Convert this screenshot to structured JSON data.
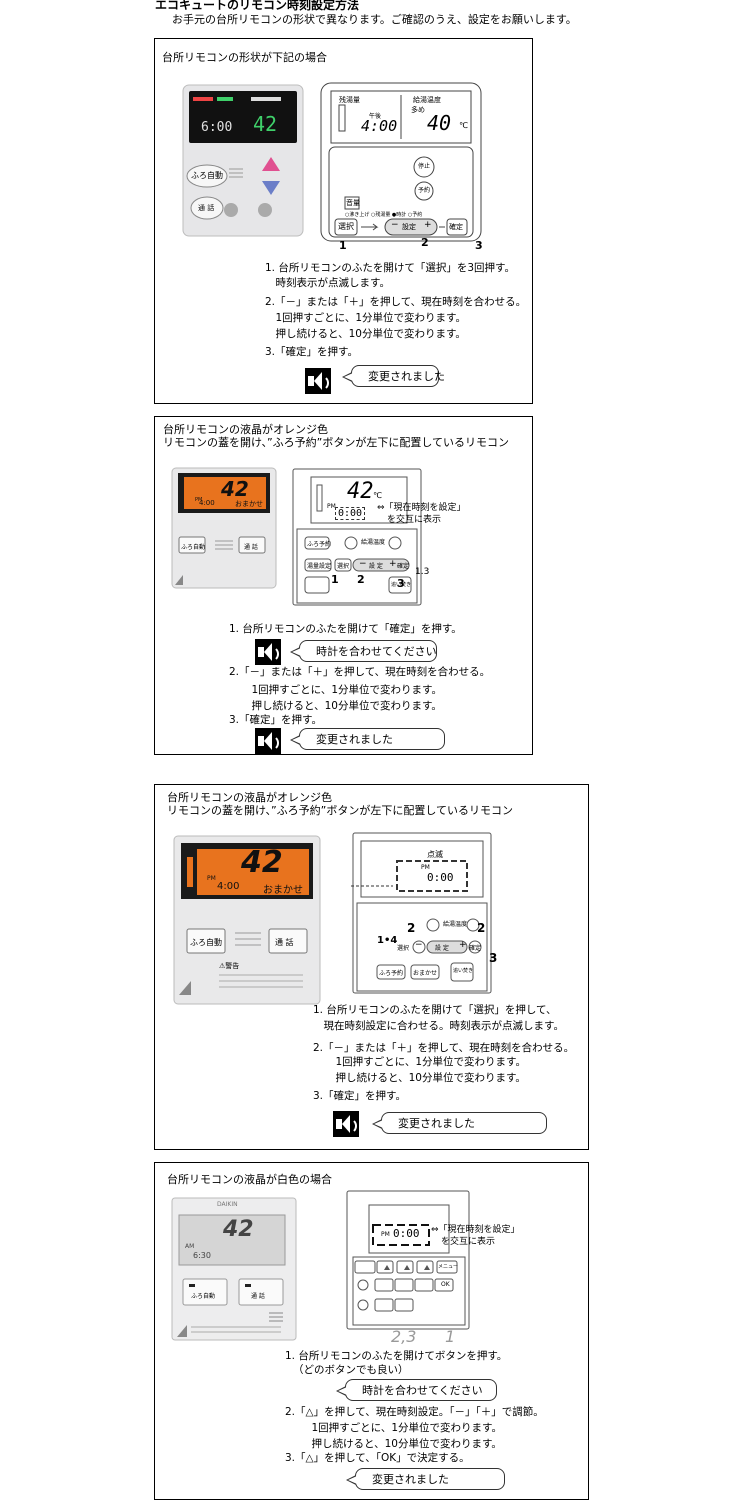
{
  "page": {
    "title": "エコキュートのリモコン時刻設定方法",
    "subtitle": "お手元の台所リモコンの形状で異なります。ご確認のうえ、設定をお願いします。"
  },
  "sections": [
    {
      "title_lines": [
        "台所リモコンの形状が下記の場合"
      ],
      "photo": {
        "left_label": "ふろ自動",
        "right_label": "通 話",
        "temp": "42",
        "time": "6:00"
      },
      "drawing": {
        "lcd_left_label": "残湯量",
        "lcd_right_label": "給湯温度",
        "lcd_sub": "多め",
        "lcd_time_label": "午後",
        "lcd_time": "4:00",
        "lcd_temp": "40",
        "lcd_unit": "℃",
        "btn_select": "選択",
        "btn_minus": "−",
        "btn_setting": "設定",
        "btn_plus": "+",
        "btn_confirm": "確定",
        "btn_sound": "音量",
        "btn_stop": "停止",
        "btn_reserve": "予約",
        "legend": "○沸き上げ ○残湯量 ●時計 ○予約",
        "callouts": [
          "1",
          "2",
          "3"
        ]
      },
      "steps": [
        "1. 台所リモコンのふたを開けて「選択」を3回押す。",
        "　時刻表示が点滅します。",
        "2.「－」または「＋」を押して、現在時刻を合わせる。",
        "　1回押すごとに、1分単位で変わります。",
        "　押し続けると、10分単位で変わります。",
        "3.「確定」を押す。"
      ],
      "bubbles": [
        "変更されました"
      ]
    },
    {
      "title_lines": [
        "台所リモコンの液晶がオレンジ色",
        "リモコンの蓋を開け、”ふろ予約”ボタンが左下に配置しているリモコン"
      ],
      "photo": {
        "left_label": "ふろ自動",
        "right_label": "通 話",
        "temp": "42",
        "time": "4:00",
        "mode": "おまかせ",
        "pm": "PM"
      },
      "drawing": {
        "lcd_temp": "42",
        "lcd_unit": "℃",
        "lcd_time": "0:00",
        "lcd_pm": "PM",
        "note_line1": "⇔「現在時刻を設定」",
        "note_line2": "を交互に表示",
        "btn_bath_reserve": "ふろ予約",
        "btn_temp_set": "給湯温度",
        "btn_water_level": "湯量設定",
        "btn_select": "選択",
        "btn_minus": "−",
        "btn_plus": "+",
        "btn_confirm": "確定",
        "btn_setting": "設 定",
        "btn_reheat": "追い焚き",
        "callouts": [
          "1",
          "2",
          "3",
          "1.3"
        ]
      },
      "steps": [
        "1. 台所リモコンのふたを開けて「確定」を押す。",
        "2.「－」または「＋」を押して、現在時刻を合わせる。",
        "　1回押すごとに、1分単位で変わります。",
        "　押し続けると、10分単位で変わります。",
        "3.「確定」を押す。"
      ],
      "bubbles": [
        "時計を合わせてください",
        "変更されました"
      ]
    },
    {
      "title_lines": [
        "台所リモコンの液晶がオレンジ色",
        "リモコンの蓋を開け、”ふろ予約”ボタンが左下に配置しているリモコン"
      ],
      "photo": {
        "left_label": "ふろ自動",
        "right_label": "通 話",
        "temp": "42",
        "time": "4:00",
        "mode": "おまかせ",
        "pm": "PM",
        "warning": "⚠警告"
      },
      "drawing": {
        "blink_label": "点滅",
        "lcd_pm": "PM",
        "lcd_time": "0:00",
        "btn_select": "選択",
        "btn_minus": "−",
        "btn_setting": "設 定",
        "btn_plus": "+",
        "btn_confirm": "確定",
        "btn_temp": "給湯温度",
        "btn_bath_reserve": "ふろ予約",
        "btn_auto": "おまかせ",
        "btn_reheat": "追い焚き",
        "callouts": [
          "2",
          "2",
          "1•4",
          "3"
        ]
      },
      "steps": [
        "1. 台所リモコンのふたを開けて「選択」を押して、",
        "　現在時刻設定に合わせる。時刻表示が点滅します。",
        "2.「－」または「＋」を押して、現在時刻を合わせる。",
        "　1回押すごとに、1分単位で変わります。",
        "　押し続けると、10分単位で変わります。",
        "3.「確定」を押す。"
      ],
      "bubbles": [
        "変更されました"
      ]
    },
    {
      "title_lines": [
        "台所リモコンの液晶が白色の場合"
      ],
      "photo": {
        "left_label": "ふろ自動",
        "right_label": "通 話",
        "temp": "42",
        "time": "6:30",
        "am": "AM",
        "brand": "DAIKIN"
      },
      "drawing": {
        "lcd_pm": "PM",
        "lcd_time": "0:00",
        "note_line1": "⇔「現在時刻を設定」",
        "note_line2": "を交互に表示",
        "btn_menu": "メニュー",
        "btn_ok": "OK",
        "callout_left": "2,3",
        "callout_right": "1"
      },
      "steps": [
        "1. 台所リモコンのふたを開けてボタンを押す。",
        "（どのボタンでも良い）",
        "2.「△」を押して、現在時刻設定。「－」「＋」で調節。",
        "　1回押すごとに、1分単位で変わります。",
        "　押し続けると、10分単位で変わります。",
        "3.「△」を押して、「OK」で決定する。"
      ],
      "bubbles": [
        "時計を合わせてください",
        "変更されました"
      ]
    }
  ],
  "colors": {
    "orange_lcd": "#e8731e",
    "lcd_bg": "#1a1a1a",
    "remote_body": "#e9e9ea",
    "green_lcd": "#3fd06a"
  }
}
